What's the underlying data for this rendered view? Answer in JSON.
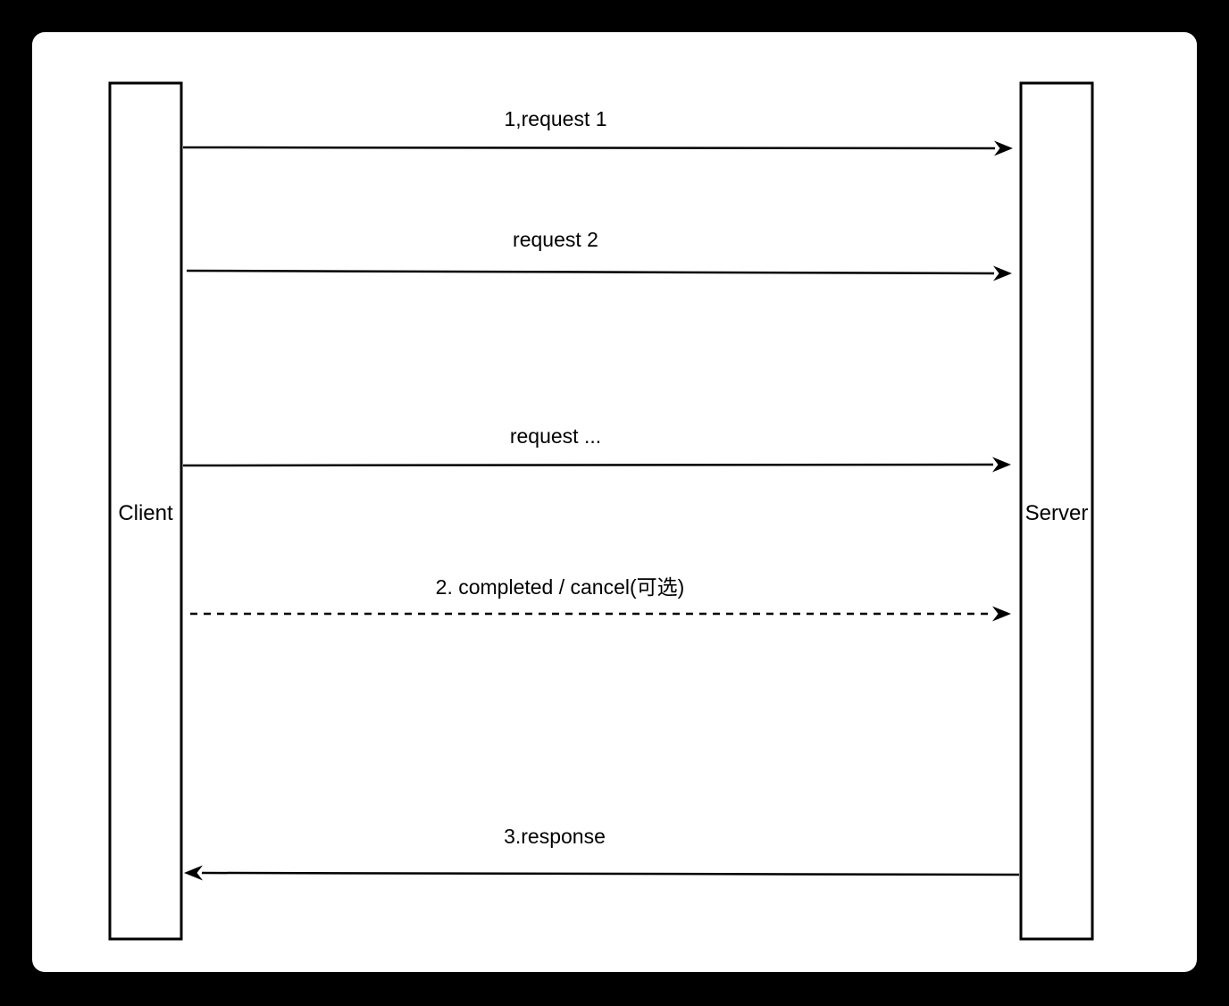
{
  "diagram": {
    "type": "sequence-diagram",
    "actors": {
      "client": {
        "label": "Client"
      },
      "server": {
        "label": "Server"
      }
    },
    "messages": [
      {
        "label": "1,request 1",
        "from": "client",
        "to": "server",
        "style": "solid"
      },
      {
        "label": "request 2",
        "from": "client",
        "to": "server",
        "style": "solid"
      },
      {
        "label": "request ...",
        "from": "client",
        "to": "server",
        "style": "solid"
      },
      {
        "label": "2. completed / cancel(可选)",
        "from": "client",
        "to": "server",
        "style": "dashed"
      },
      {
        "label": "3.response",
        "from": "server",
        "to": "client",
        "style": "solid"
      }
    ],
    "colors": {
      "background": "#000000",
      "panel": "#ffffff",
      "stroke": "#000000",
      "text": "#000000"
    }
  }
}
